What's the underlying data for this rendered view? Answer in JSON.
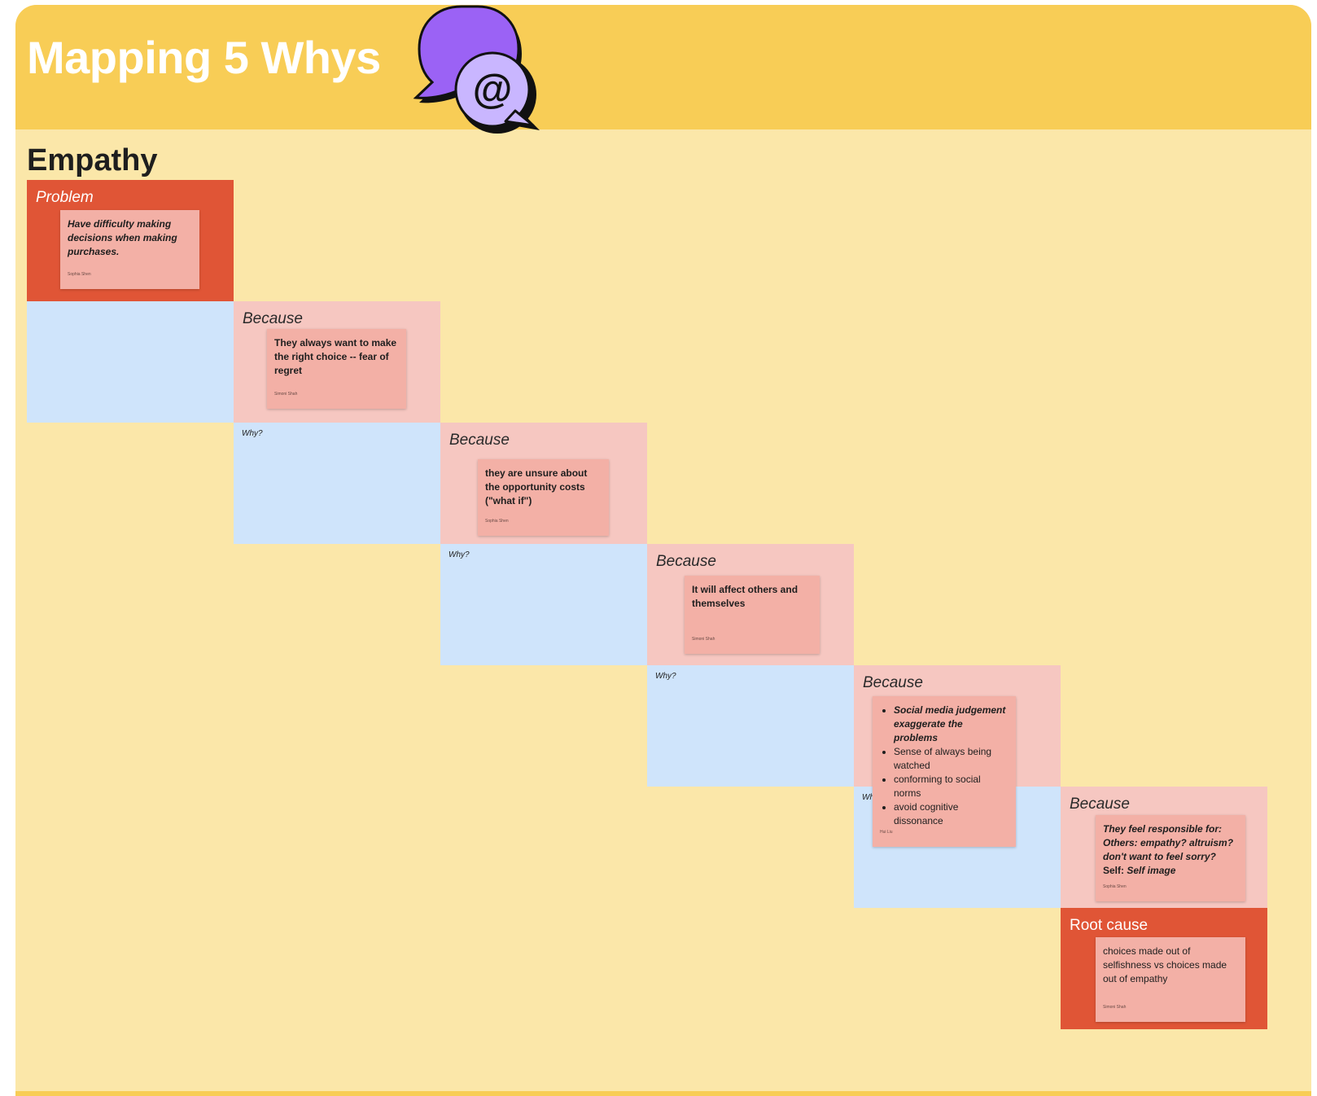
{
  "header": {
    "title": "Mapping 5 Whys"
  },
  "section": {
    "title": "Empathy"
  },
  "problem": {
    "label": "Problem",
    "note": "Have difficulty making decisions when making purchases.",
    "author": "Sophia Shen"
  },
  "why_label": "Why?",
  "whys": [
    {
      "label": "Because",
      "note": "They always want to make the right choice -- fear of regret",
      "author": "Simoni Shah"
    },
    {
      "label": "Because",
      "note": "they are unsure about the opportunity costs (\"what if\")",
      "author": "Sophia Shen"
    },
    {
      "label": "Because",
      "note": "It will affect others and themselves",
      "author": "Simoni Shah"
    },
    {
      "label": "Because",
      "bullets": [
        "Social media judgement exaggerate the problems",
        "Sense of always being watched",
        "conforming to social norms",
        "avoid cognitive dissonance"
      ],
      "author": "Hui Liu"
    },
    {
      "label": "Because",
      "lines": [
        "They feel responsible for:",
        "Others: empathy? altruism? don't want to feel sorry?",
        "Self: ",
        "Self image"
      ],
      "author": "Sophia Shen"
    }
  ],
  "root_cause": {
    "label": "Root cause",
    "note": "choices made out of selfishness vs choices made out of empathy",
    "author": "Simoni Shah"
  },
  "colors": {
    "board_bg": "#fbe7a9",
    "header_bg": "#f8cd56",
    "problem_bg": "#e05536",
    "because_bg": "#f6c7c1",
    "why_bg": "#cfe4fb",
    "sticky_bg": "#f3b0a6",
    "logo_back": "#9b62f5",
    "logo_front": "#c9b6ff"
  },
  "icons": {
    "logo": "chat-bubbles-at-icon"
  }
}
